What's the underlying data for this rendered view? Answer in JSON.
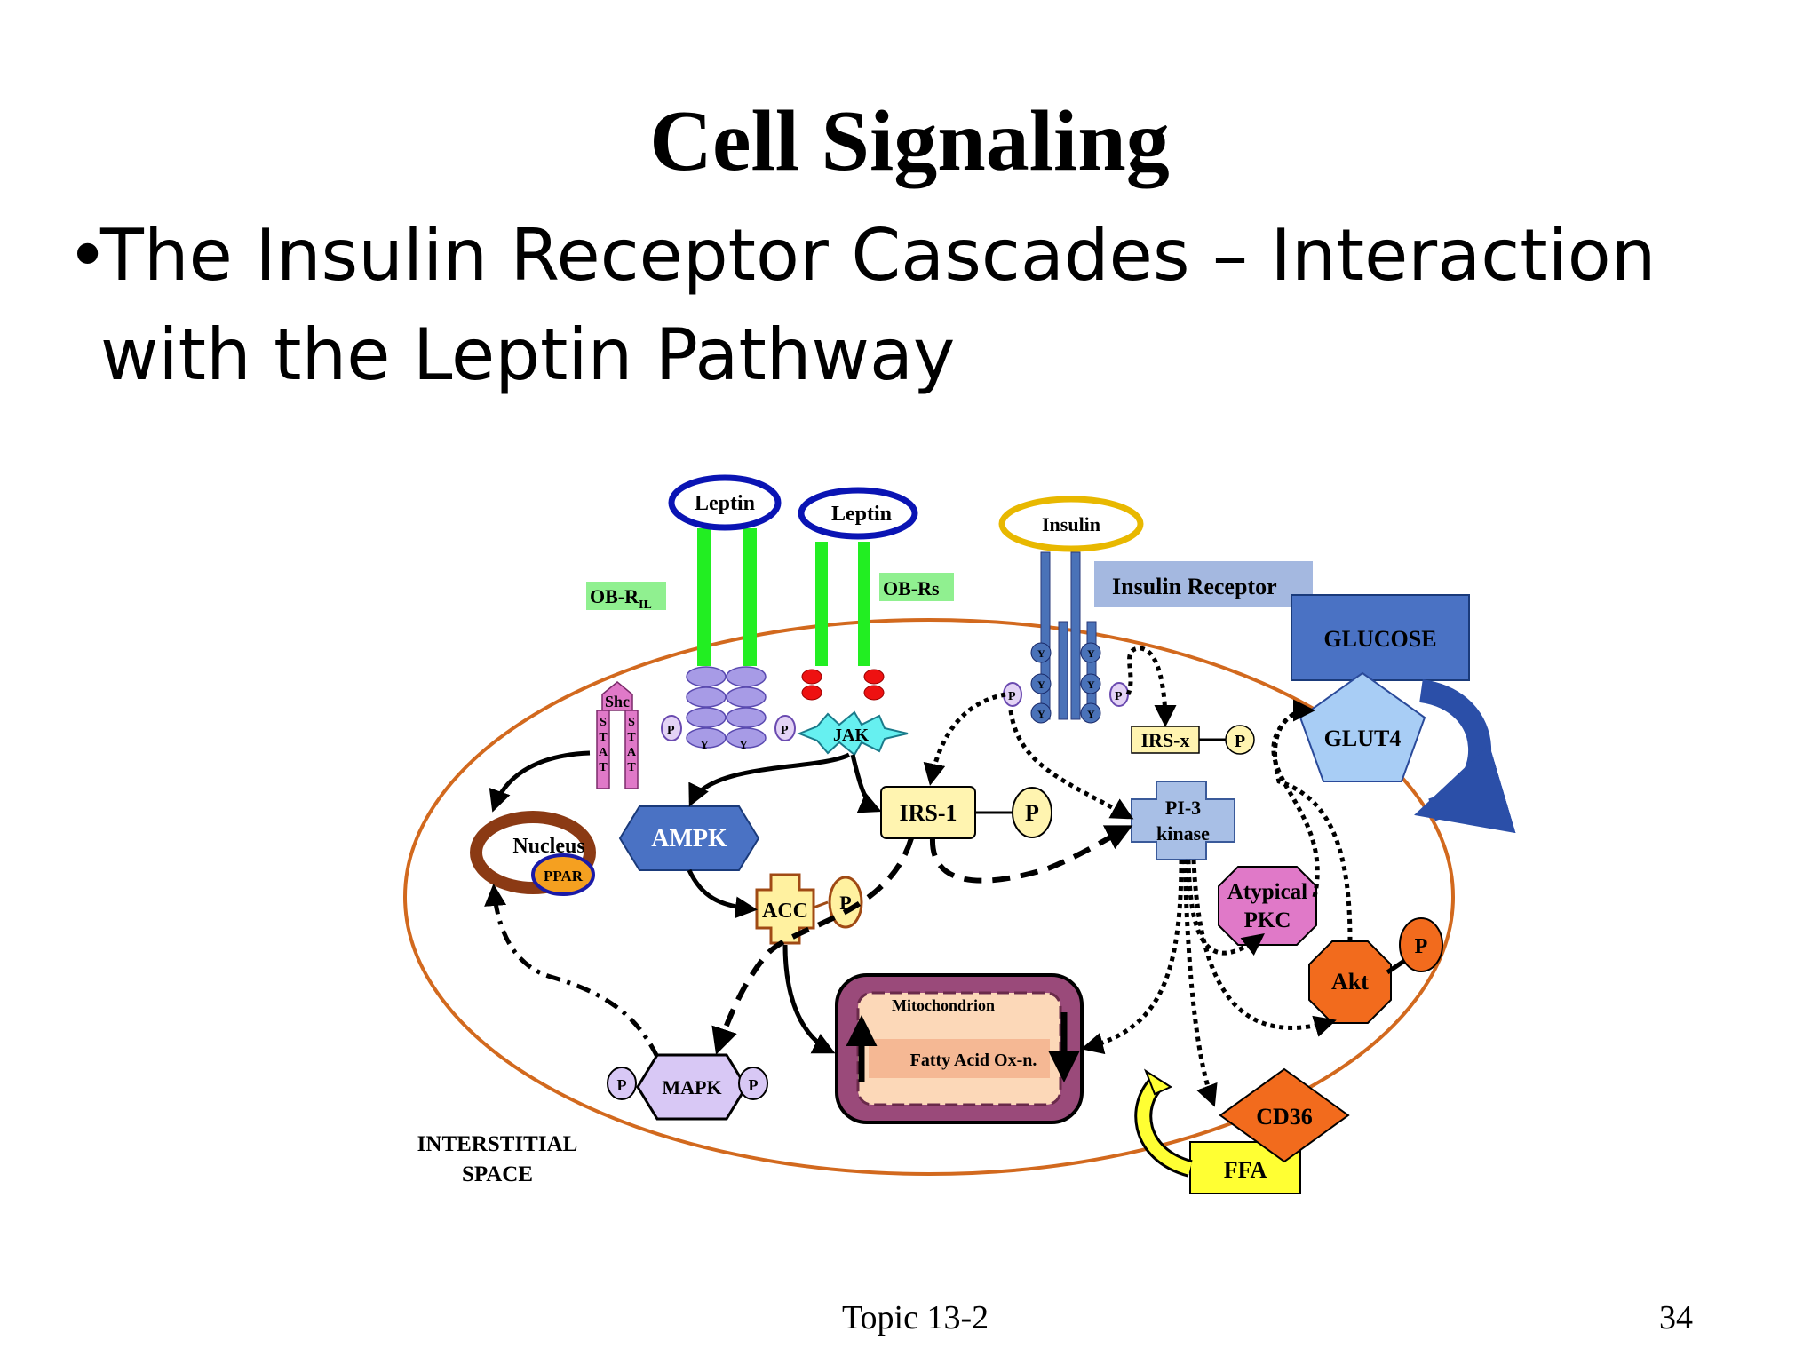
{
  "slide": {
    "title": "Cell Signaling",
    "bullet_marker": "•",
    "bullet_text": "The Insulin Receptor Cascades – Interaction with the Leptin Pathway",
    "footer_topic": "Topic 13-2",
    "page_number": "34"
  },
  "diagram": {
    "leptin_1": "Leptin",
    "leptin_2": "Leptin",
    "insulin": "Insulin",
    "ob_r_il": "OB-R",
    "ob_r_il_sub": "IL",
    "ob_rs": "OB-Rs",
    "insulin_receptor": "Insulin Receptor",
    "glucose": "GLUCOSE",
    "glut4": "GLUT4",
    "shc": "Shc",
    "stat": "STAT",
    "jak": "JAK",
    "y": "Y",
    "p": "P",
    "irs1": "IRS-1",
    "irsx": "IRS-x",
    "pi3_line1": "PI-3",
    "pi3_line2": "kinase",
    "ampk": "AMPK",
    "acc": "ACC",
    "nucleus": "Nucleus",
    "ppar": "PPAR",
    "atypical_line1": "Atypical",
    "atypical_line2": "PKC",
    "akt": "Akt",
    "mitochondrion": "Mitochondrion",
    "fatty_acid": "Fatty Acid Ox-n.",
    "mapk": "MAPK",
    "cd36": "CD36",
    "ffa": "FFA",
    "interstitial_line1": "INTERSTITIAL",
    "interstitial_line2": "SPACE"
  },
  "colors": {
    "cell_membrane": "#d2691e",
    "leptin_ring": "#0a14b4",
    "insulin_ring": "#e8b800",
    "receptor_green": "#22ee22",
    "insulin_receptor_blue": "#4a72b8",
    "glucose_box": "#4a72c4",
    "glut4": "#a8cdf5",
    "ampk": "#4a72c4",
    "acc": "#fff1a0",
    "irs": "#fff4b0",
    "pi3": "#a8bfe6",
    "atypical_pkc": "#e079c8",
    "akt": "#f26b1d",
    "cd36": "#f26b1d",
    "ffa": "#ffff33",
    "mapk": "#d8c8f5",
    "mito_outer": "#9a4a7a",
    "mito_inner": "#fcd8b8",
    "jak": "#66f0f0"
  },
  "icons": [
    "leptin-ligand-icon",
    "insulin-ligand-icon",
    "phosphate-icon",
    "arrow-icon"
  ]
}
